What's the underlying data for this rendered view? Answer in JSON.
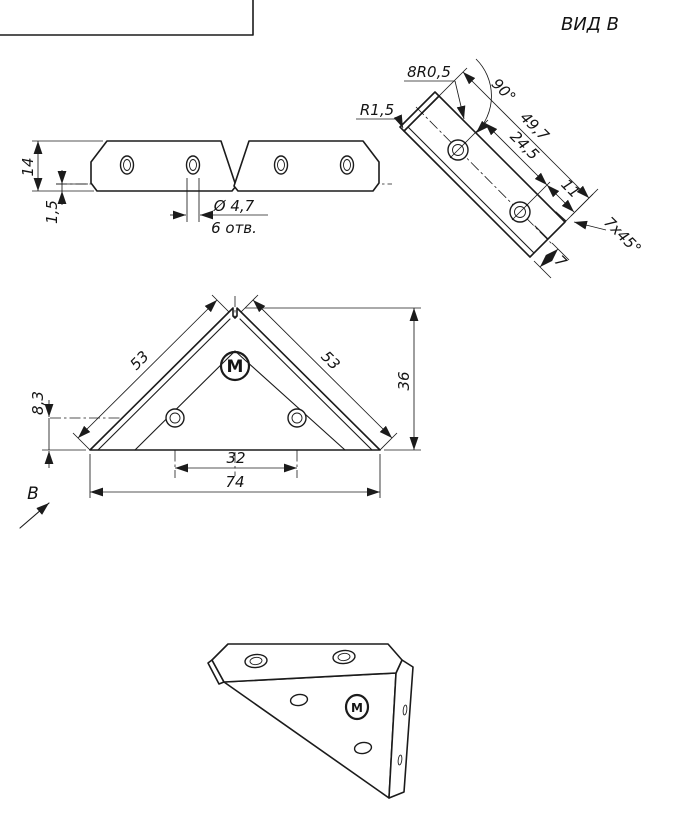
{
  "view_b": {
    "title": "ВИД В",
    "dims": {
      "bend_radius": "8R0,5",
      "corner_radius": "R1,5",
      "angle": "90°",
      "length": "49,7",
      "hole_spacing": "24,5",
      "hole_to_end": "11",
      "flange": "7",
      "chamfer": "7x45°"
    }
  },
  "front_view": {
    "dims": {
      "height": "14",
      "thickness": "1,5",
      "hole_dia": "Ø 4,7",
      "hole_count": "6 отв."
    }
  },
  "plan_view": {
    "dims": {
      "edge_left": "53",
      "edge_right": "53",
      "height": "36",
      "hole_offset": "8,3",
      "hole_spacing": "32",
      "width": "74"
    },
    "view_arrow": "В",
    "logo": "M"
  },
  "iso_view": {
    "logo": "M"
  }
}
